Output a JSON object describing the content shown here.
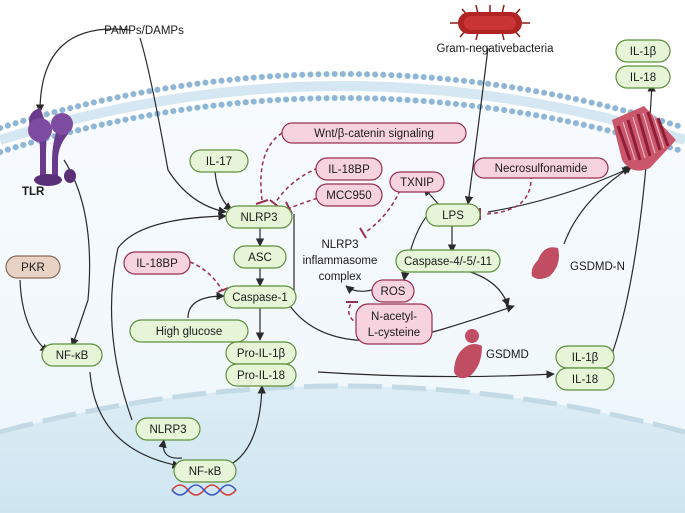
{
  "colors": {
    "green_fill": "#e6f5d8",
    "green_stroke": "#5f8f3e",
    "pink_fill": "#f7d3e0",
    "pink_stroke": "#9a2e4e",
    "tan_fill": "#e8d2c4",
    "tan_stroke": "#8a6a58",
    "membrane": "#c8dff0",
    "inhibit": "#9a2e4e",
    "arrow": "#2a2a2a"
  },
  "labels": {
    "pamps": "PAMPs/DAMPs",
    "gram_neg": "Gram-negativebacteria",
    "tlr": "TLR",
    "inflammasome_line1": "NLRP3",
    "inflammasome_line2": "inflammasome",
    "inflammasome_line3": "complex",
    "gsdmd": "GSDMD",
    "gsdmd_n": "GSDMD-N"
  },
  "nodes": {
    "il1b_top": "IL-1β",
    "il18_top": "IL-18",
    "wnt": "Wnt/β-catenin signaling",
    "il17": "IL-17",
    "il18bp_top": "IL-18BP",
    "mcc950": "MCC950",
    "txnip": "TXNIP",
    "necrosulfonamide": "Necrosulfonamide",
    "nlrp3": "NLRP3",
    "lps": "LPS",
    "asc": "ASC",
    "pkr": "PKR",
    "il18bp_left": "IL-18BP",
    "caspase1": "Caspase-1",
    "caspase4511": "Caspase-4/-5/-11",
    "ros": "ROS",
    "nac_line1": "N-acetyl-",
    "nac_line2": "L-cysteine",
    "nfkb_left": "NF-κB",
    "high_glucose": "High glucose",
    "pro_il1b": "Pro-IL-1β",
    "pro_il18": "Pro-IL-18",
    "il1b_mid": "IL-1β",
    "il18_mid": "IL-18",
    "nlrp3_bottom": "NLRP3",
    "nfkb_bottom": "NF-κB"
  }
}
